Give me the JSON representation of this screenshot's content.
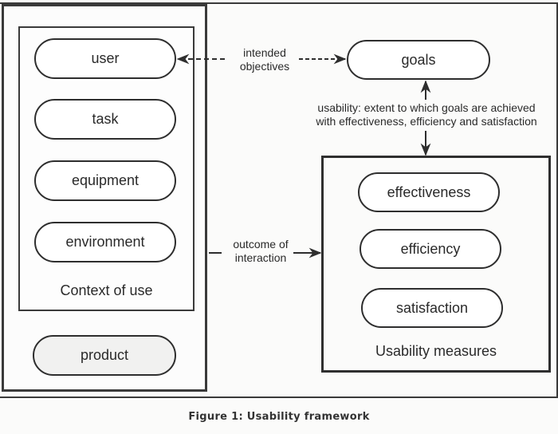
{
  "figure": {
    "caption": "Figure 1: Usability framework"
  },
  "context_of_use": {
    "title": "Context of use",
    "items": [
      "user",
      "task",
      "equipment",
      "environment"
    ]
  },
  "product": {
    "label": "product"
  },
  "goals": {
    "label": "goals"
  },
  "usability_measures": {
    "title": "Usability measures",
    "items": [
      "effectiveness",
      "efficiency",
      "satisfaction"
    ]
  },
  "connectors": {
    "intended_objectives": [
      "intended",
      "objectives"
    ],
    "usability_definition": [
      "usability: extent to which goals are achieved",
      "with effectiveness, efficiency and satisfaction"
    ],
    "outcome_of_interaction": [
      "outcome of",
      "interaction"
    ]
  },
  "colors": {
    "stroke": "#2e2e2e",
    "background": "#fbfbfa",
    "product_fill": "#f1f1f0"
  }
}
